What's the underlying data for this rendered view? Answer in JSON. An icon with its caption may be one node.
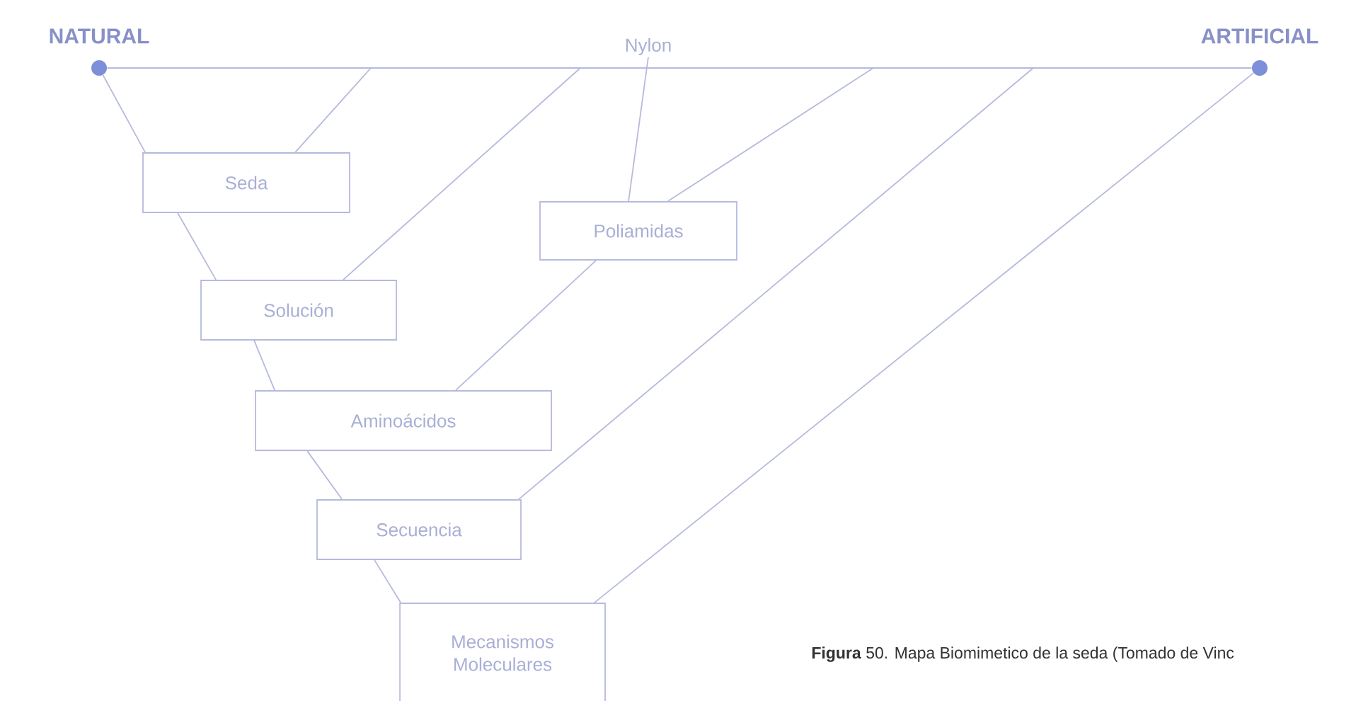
{
  "diagram": {
    "caption": "**Figura** 50. Mapa Biomimetico de la seda (Tomado de Vinc",
    "nodes": [
      {
        "text": [
          "NATURAL"
        ]
      },
      {
        "text": [
          "Nylon"
        ]
      },
      {
        "text": [
          "ARTIFICIAL"
        ]
      },
      {
        "text": [
          "Seda"
        ]
      },
      {
        "text": [
          "Poliamidas"
        ]
      },
      {
        "text": [
          "Solución"
        ]
      },
      {
        "text": [
          "Aminoácidos"
        ]
      },
      {
        "text": [
          "Secuencia"
        ]
      },
      {
        "text": [
          "Mecanismos Moleculares"
        ]
      }
    ],
    "edges": [
      {
        "from": 0,
        "to": 2,
        "arrow": "none"
      },
      {
        "from": 0,
        "to": 3,
        "arrow": "none"
      },
      {
        "from": 3,
        "to": null,
        "arrow": "none"
      },
      {
        "from": 5,
        "to": null,
        "arrow": "none"
      },
      {
        "from": 4,
        "to": 1,
        "arrow": "none"
      },
      {
        "from": 4,
        "to": null,
        "arrow": "none"
      },
      {
        "from": 6,
        "to": 4,
        "arrow": "none"
      },
      {
        "from": 7,
        "to": null,
        "arrow": "none"
      },
      {
        "from": 8,
        "to": 2,
        "arrow": "none"
      },
      {
        "from": 3,
        "to": 5,
        "arrow": "none"
      },
      {
        "from": 5,
        "to": 6,
        "arrow": "none"
      },
      {
        "from": 6,
        "to": 7,
        "arrow": "none"
      },
      {
        "from": 7,
        "to": 8,
        "arrow": "none"
      }
    ]
  }
}
